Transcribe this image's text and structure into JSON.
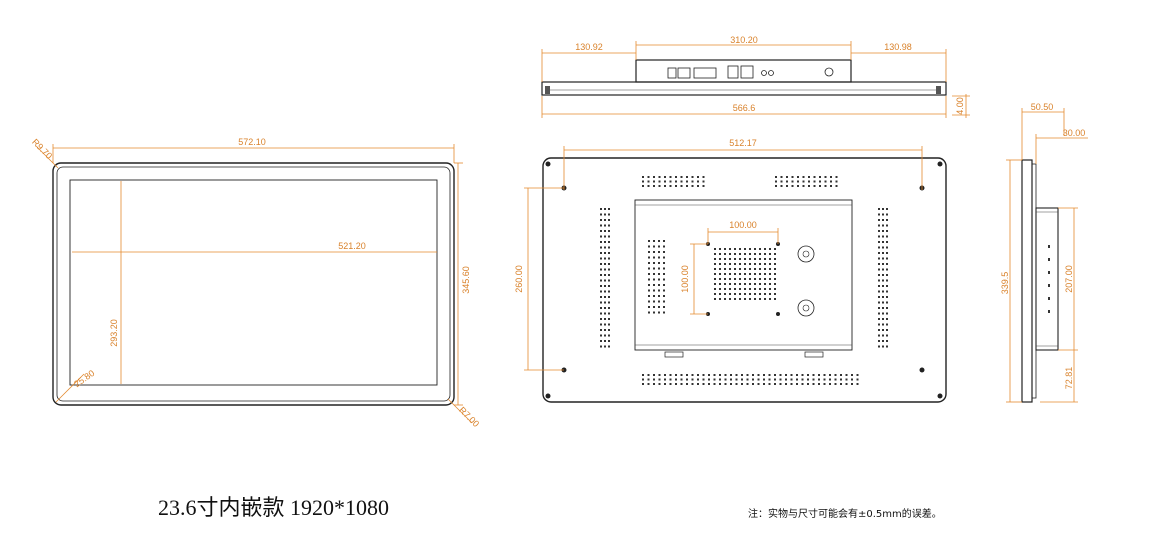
{
  "title": "23.6寸内嵌款 1920*1080",
  "note": "注：实物与尺寸可能会有±0.5mm的误差。",
  "front_view": {
    "overall_width": "572.10",
    "screen_width": "521.20",
    "overall_height": "345.60",
    "screen_height": "293.20",
    "corner_radius_tl": "R9.70",
    "corner_radius_br": "R7.00",
    "inner_offset": "25.80"
  },
  "top_view": {
    "left_margin": "130.92",
    "center_width": "310.20",
    "right_margin": "130.98",
    "total_width": "566.6",
    "thickness": "4.00"
  },
  "back_view": {
    "hole_span_horizontal": "512.17",
    "hole_span_vertical": "260.00",
    "vesa_horizontal": "100.00",
    "vesa_vertical": "100.00"
  },
  "side_view": {
    "total_depth": "50.50",
    "box_depth": "30.00",
    "total_height": "339.5",
    "box_height": "207.00",
    "bottom_offset": "72.81"
  }
}
